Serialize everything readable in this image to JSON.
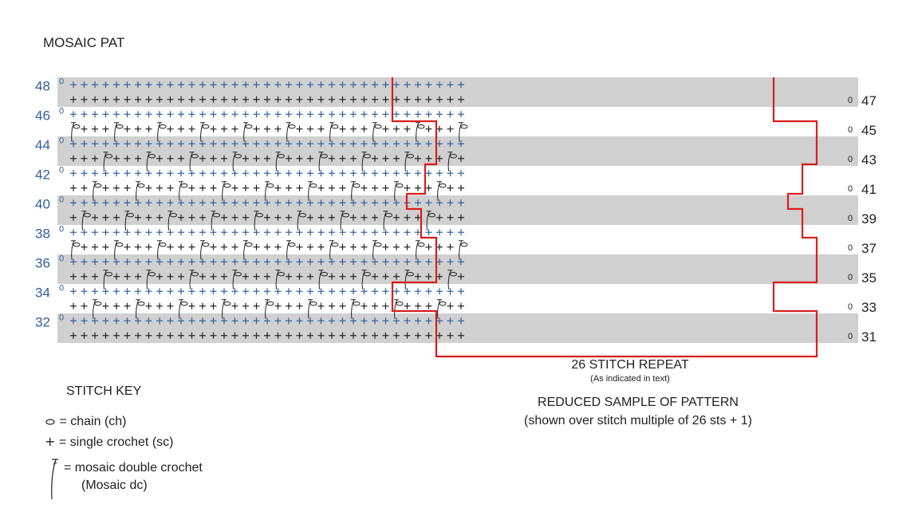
{
  "title": "MOSAIC PAT",
  "chart": {
    "rows_even_left": [
      "48",
      "46",
      "44",
      "42",
      "40",
      "38",
      "36",
      "34",
      "32"
    ],
    "rows_odd_right": [
      "47",
      "45",
      "43",
      "41",
      "39",
      "37",
      "35",
      "33",
      "31"
    ],
    "chain_marker": "0",
    "colors": {
      "band": "#d0d0d0",
      "blue": "#2f5f9e",
      "black": "#222222",
      "repeat": "#d81e1e"
    }
  },
  "repeat": {
    "label": "26 STITCH REPEAT",
    "note": "(As indicated in text)"
  },
  "sample": {
    "line1": "REDUCED SAMPLE OF PATTERN",
    "line2": "(shown over stitch multiple of 26 sts + 1)"
  },
  "key": {
    "title": "STITCH KEY",
    "chain": "= chain (ch)",
    "sc_symbol": "+",
    "sc": "= single crochet (sc)",
    "mdc": "= mosaic double crochet",
    "mdc_sub": "(Mosaic dc)"
  }
}
